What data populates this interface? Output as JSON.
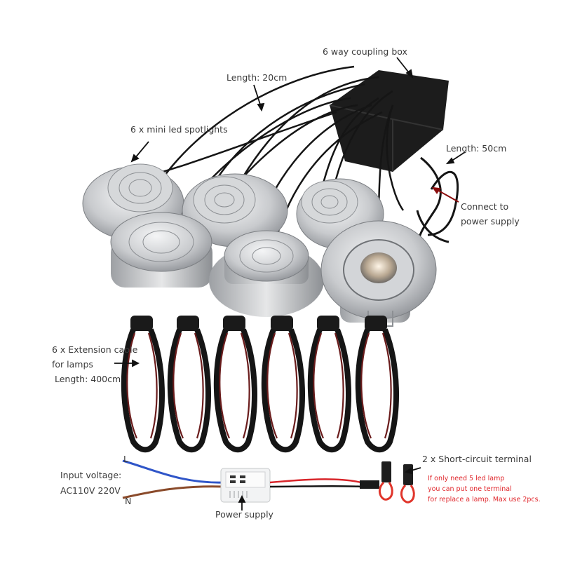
{
  "labels": {
    "coupling_box": "6 way coupling box",
    "length_20": "Length: 20cm",
    "spotlights": "6 x mini led spotlights",
    "length_50": "Length: 50cm",
    "connect": [
      "Connect to",
      "power supply"
    ],
    "extension": [
      "6 x Extension cable",
      "for lamps",
      " Length: 400cm"
    ],
    "input_voltage": [
      "Input voltage:",
      "AC110V 220V"
    ],
    "wire_l": "L",
    "wire_n": "N",
    "power_supply": "Power supply",
    "short_circuit": "2 x Short-circuit terminal",
    "note": [
      "If only need 5 led lamp",
      "you can put one terminal",
      "for replace a lamp. Max use 2pcs."
    ]
  },
  "colors": {
    "text": "#3a3a3a",
    "note_red": "#e0262b",
    "aluminium": "#c9cbce",
    "cable": "#1a1a1a",
    "wire_blue": "#2f55c8",
    "wire_brown": "#8a4a2a"
  }
}
